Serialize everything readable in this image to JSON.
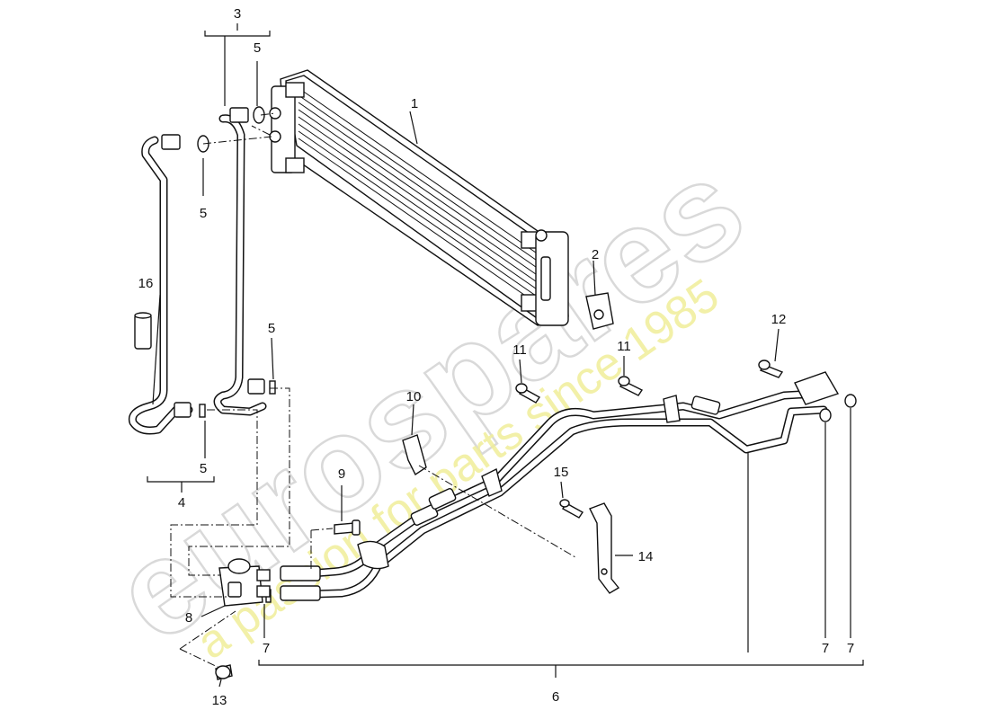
{
  "watermark": {
    "brand": "eurospares",
    "tagline": "a passion for parts since 1985"
  },
  "callouts": [
    {
      "id": "1",
      "text": "1"
    },
    {
      "id": "2",
      "text": "2"
    },
    {
      "id": "3",
      "text": "3"
    },
    {
      "id": "4",
      "text": "4"
    },
    {
      "id": "5a",
      "text": "5"
    },
    {
      "id": "5b",
      "text": "5"
    },
    {
      "id": "5c",
      "text": "5"
    },
    {
      "id": "5d",
      "text": "5"
    },
    {
      "id": "6",
      "text": "6"
    },
    {
      "id": "7a",
      "text": "7"
    },
    {
      "id": "7b",
      "text": "7"
    },
    {
      "id": "7c",
      "text": "7"
    },
    {
      "id": "8",
      "text": "8"
    },
    {
      "id": "9",
      "text": "9"
    },
    {
      "id": "10",
      "text": "10"
    },
    {
      "id": "11a",
      "text": "11"
    },
    {
      "id": "11b",
      "text": "11"
    },
    {
      "id": "12",
      "text": "12"
    },
    {
      "id": "13",
      "text": "13"
    },
    {
      "id": "14",
      "text": "14"
    },
    {
      "id": "15",
      "text": "15"
    },
    {
      "id": "16",
      "text": "16"
    }
  ]
}
